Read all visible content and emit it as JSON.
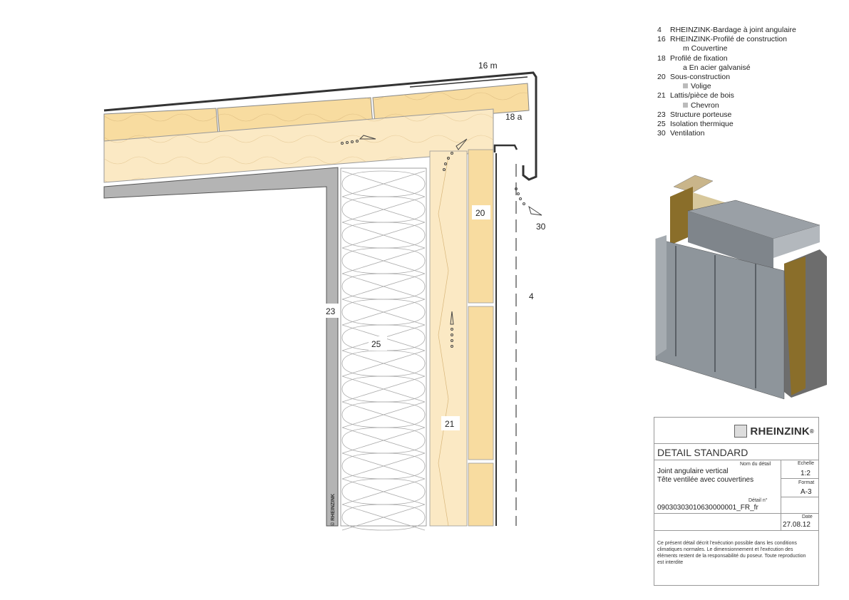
{
  "callouts": {
    "c16m": "16 m",
    "c18a": "18 a",
    "c20": "20",
    "c30": "30",
    "c4": "4",
    "c23": "23",
    "c25": "25",
    "c21": "21",
    "vertical_mark": "© RHEINZINK"
  },
  "legend": [
    {
      "num": "4",
      "label": "RHEINZINK-Bardage à joint angulaire"
    },
    {
      "num": "16",
      "label": "RHEINZINK-Profilé de construction"
    },
    {
      "sub": "m  Couvertine"
    },
    {
      "num": "18",
      "label": "Profilé de fixation"
    },
    {
      "sub": "a  En acier galvanisé"
    },
    {
      "num": "20",
      "label": "Sous-construction"
    },
    {
      "subsq": "Volige"
    },
    {
      "num": "21",
      "label": "Lattis/pièce de bois"
    },
    {
      "subsq": "Chevron"
    },
    {
      "num": "23",
      "label": "Structure porteuse"
    },
    {
      "num": "25",
      "label": "Isolation thermique"
    },
    {
      "num": "30",
      "label": "Ventilation"
    }
  ],
  "title_block": {
    "brand": "RHEINZINK",
    "brand_reg": "®",
    "header": "DETAIL STANDARD",
    "nom_label": "Nom du détail",
    "nom_line1": "Joint angulaire vertical",
    "nom_line2": "Tête ventilée avec couvertines",
    "echelle_label": "Echelle",
    "echelle": "1:2",
    "format_label": "Format",
    "format": "A-3",
    "detail_no_label": "Détail n°",
    "detail_no": "09030303010630000001_FR_fr",
    "date_label": "Date",
    "date": "27.08.12",
    "disclaimer": "Ce présent détail décrit l'exécution possible dans les conditions climatiques normales. Le dimensionnement et l'exécution des éléments restent de la responsabilité du poseur. Toute reproduction est interdite"
  },
  "colors": {
    "wood": "#f8dca0",
    "wood_light": "#fbe9c4",
    "zinc": "#8e959b",
    "wall": "#b4b4b4"
  }
}
